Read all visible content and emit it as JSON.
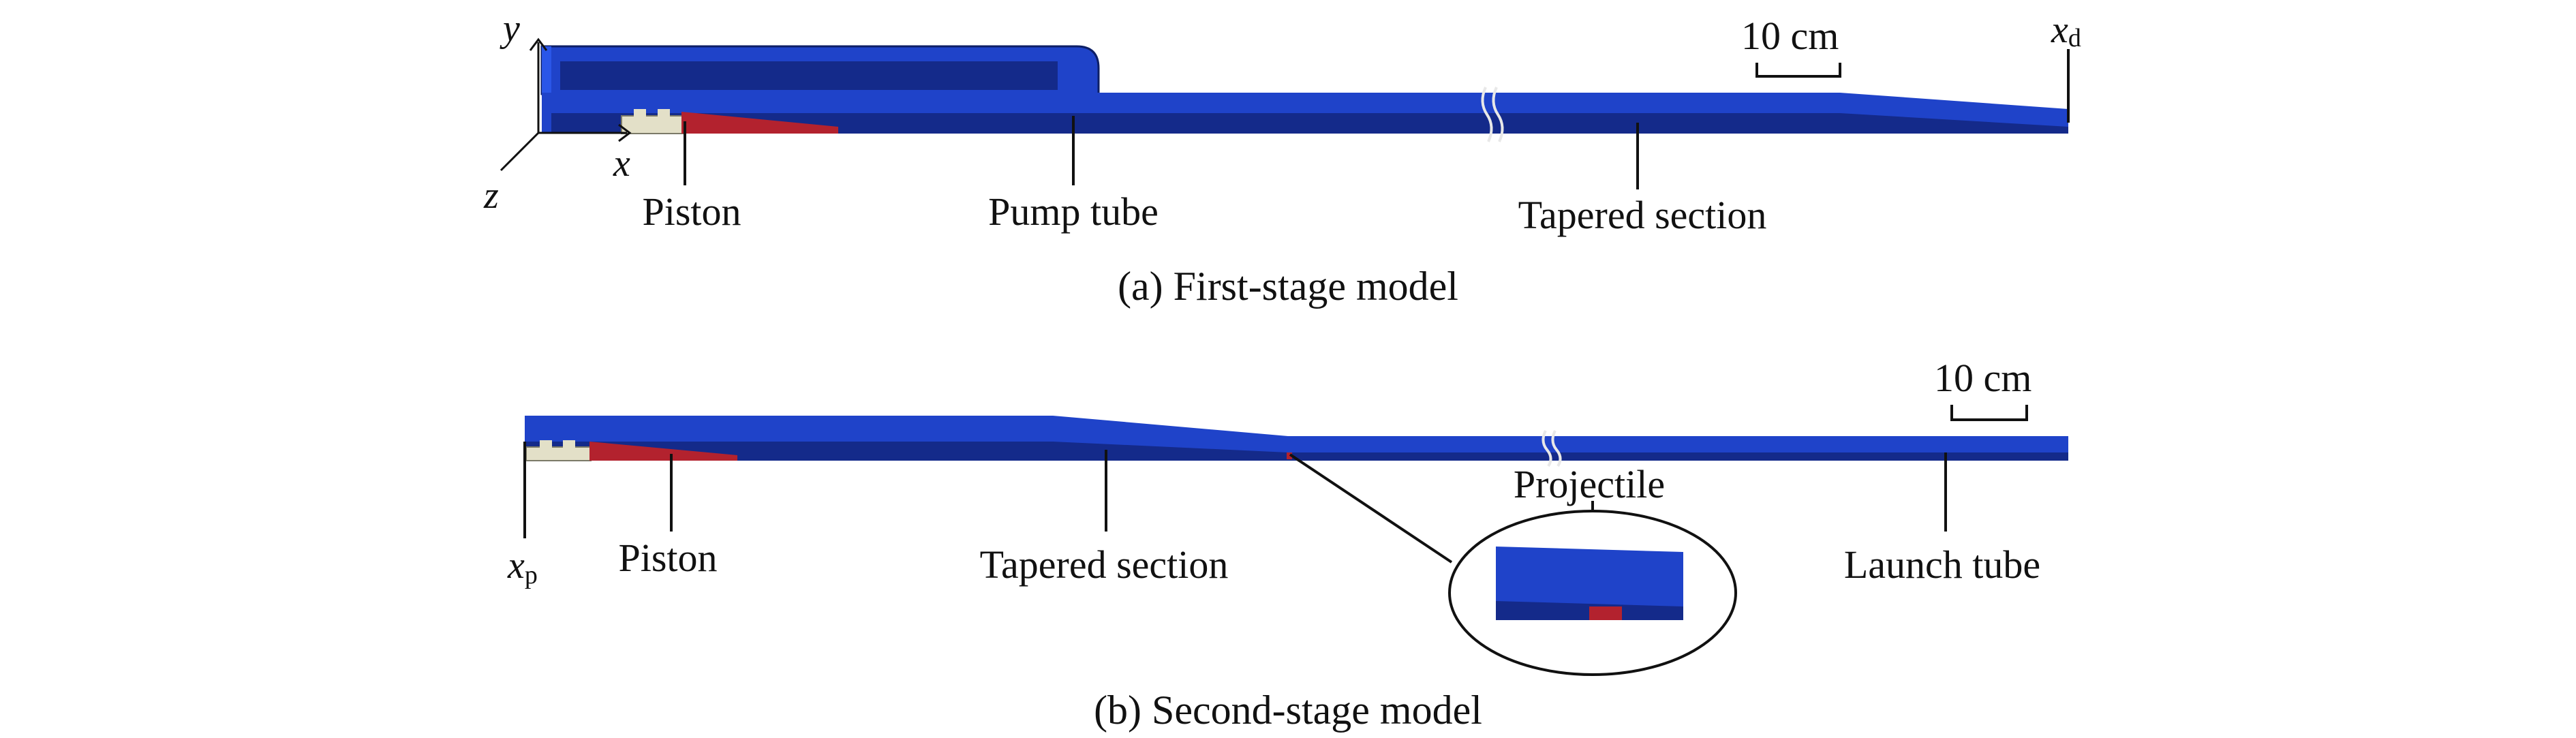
{
  "colors": {
    "tube_outer": "#1f43c9",
    "tube_inner": "#142a8a",
    "tube_dark": "#0d1f66",
    "piston_red": "#b3222e",
    "piston_light": "#e3e0c8",
    "line": "#111111"
  },
  "first_stage": {
    "axis": {
      "y": "y",
      "x": "x",
      "z": "z",
      "xd_main": "x",
      "xd_sub": "d"
    },
    "scale_bar": "10 cm",
    "labels": {
      "piston": "Piston",
      "pump_tube": "Pump tube",
      "tapered_section": "Tapered section"
    },
    "caption": "(a) First-stage model"
  },
  "second_stage": {
    "axis": {
      "xp_main": "x",
      "xp_sub": "p"
    },
    "scale_bar": "10 cm",
    "labels": {
      "piston": "Piston",
      "tapered_section": "Tapered section",
      "projectile": "Projectile",
      "launch_tube": "Launch tube"
    },
    "caption": "(b) Second-stage model"
  }
}
